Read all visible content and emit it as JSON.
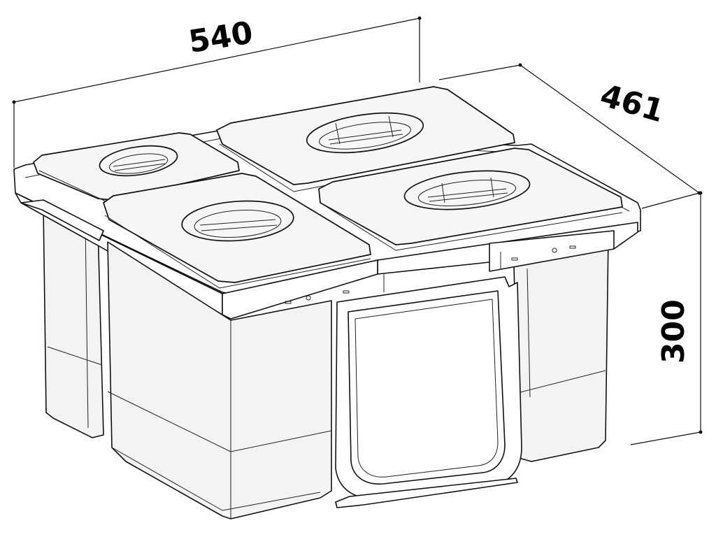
{
  "diagram": {
    "dimensions": {
      "width": {
        "value": "540"
      },
      "depth": {
        "value": "461"
      },
      "height": {
        "value": "300"
      }
    },
    "parts": {
      "bin_count": 4,
      "lid_count": 4,
      "has_handle": true
    }
  }
}
